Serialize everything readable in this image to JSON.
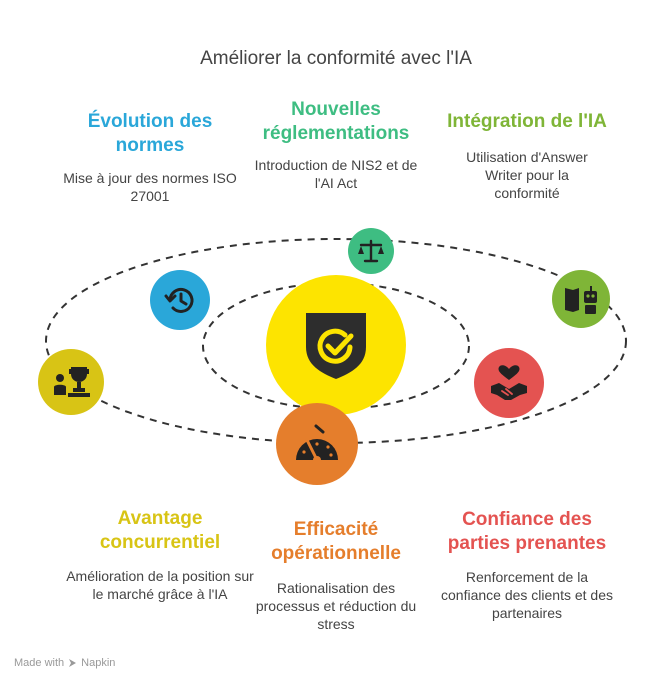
{
  "title": "Améliorer la conformité avec l'IA",
  "items": [
    {
      "heading": "Évolution des normes",
      "desc": "Mise à jour des normes ISO 27001",
      "color": "#2aa7d9",
      "icon": "history-icon"
    },
    {
      "heading": "Nouvelles réglementations",
      "desc": "Introduction de NIS2 et de l'AI Act",
      "color": "#3ebd82",
      "icon": "scales-icon"
    },
    {
      "heading": "Intégration de l'IA",
      "desc": "Utilisation d'Answer Writer pour la conformité",
      "color": "#7fb537",
      "icon": "robot-book-icon"
    },
    {
      "heading": "Avantage concurrentiel",
      "desc": "Amélioration de la position sur le marché grâce à l'IA",
      "color": "#d8c415",
      "icon": "trophy-person-icon"
    },
    {
      "heading": "Efficacité opérationnelle",
      "desc": "Rationalisation des processus et réduction du stress",
      "color": "#e57e2c",
      "icon": "speedometer-icon"
    },
    {
      "heading": "Confiance des parties prenantes",
      "desc": "Renforcement de la confiance des clients et des partenaires",
      "color": "#e45351",
      "icon": "heart-handshake-icon"
    }
  ],
  "center": {
    "color": "#fde400",
    "icon": "shield-check-icon"
  },
  "footer": {
    "made_with": "Made with",
    "brand": "Napkin"
  }
}
